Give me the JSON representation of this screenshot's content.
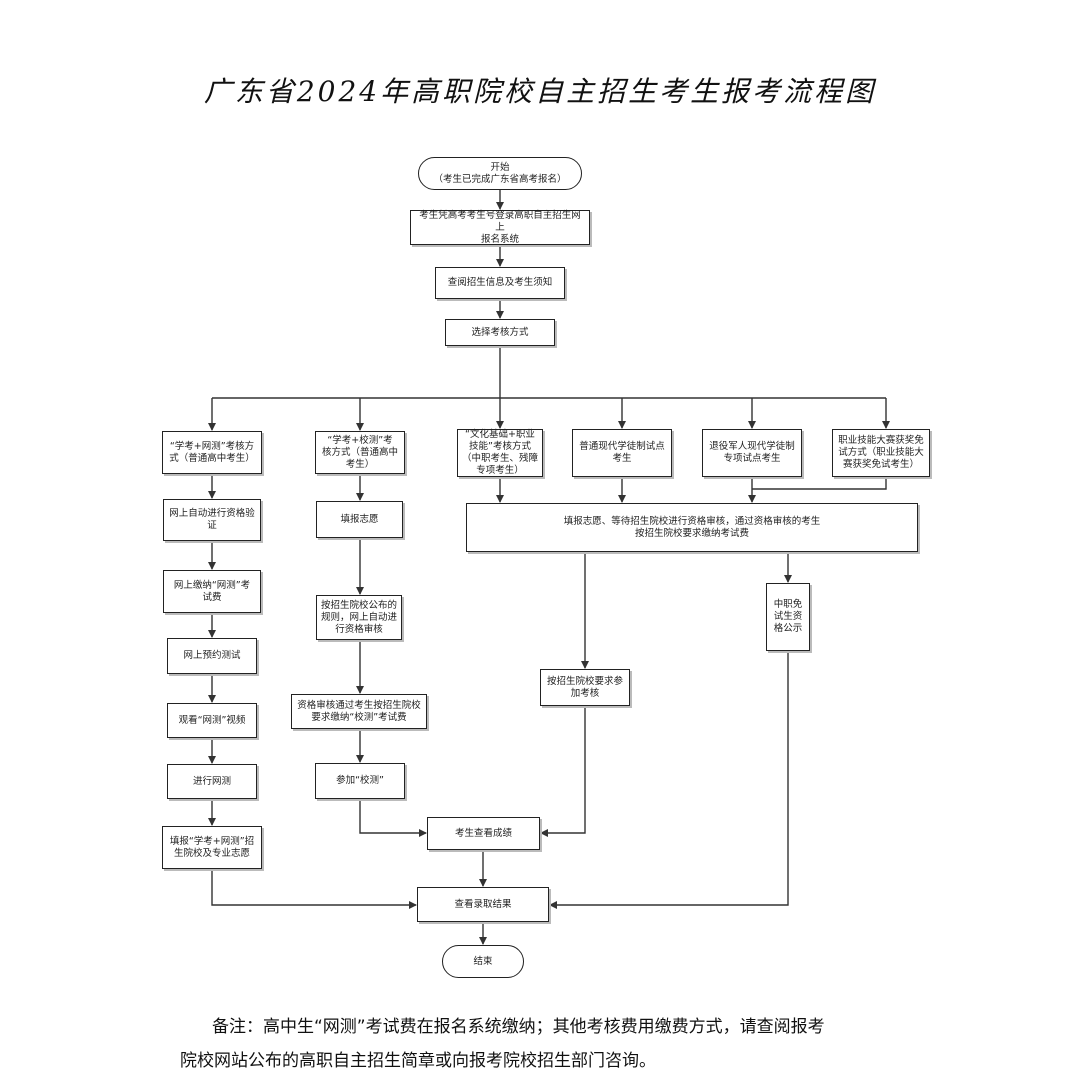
{
  "title": "广东省2024年高职院校自主招生考生报考流程图",
  "nodes": {
    "start": "开始\n（考生已完成广东省高考报名）",
    "login": "考生凭高考考生号登录高职自主招生网上\n报名系统",
    "read_info": "查阅招生信息及考生须知",
    "choose_method": "选择考核方式",
    "b1_method": "“学考+网测”考核方\n式（普通高中考生）",
    "b2_method": "“学考+校测”考\n核方式（普通高中\n考生）",
    "b3_method": "“文化基础+职业\n技能”考核方式\n（中职考生、残障\n专项考生）",
    "b4_method": "普通现代学徒制试点\n考生",
    "b5_method": "退役军人现代学徒制\n专项试点考生",
    "b6_method": "职业技能大赛获奖免\n试方式（职业技能大\n赛获奖免试考生）",
    "b1_verify": "网上自动进行资格验\n证",
    "b1_pay": "网上缴纳“网测”考\n试费",
    "b1_book": "网上预约测试",
    "b1_video": "观看“网测”视频",
    "b1_test": "进行网测",
    "b1_fill": "填报“学考+网测”招\n生院校及专业志愿",
    "b2_fill": "填报志愿",
    "b2_review": "按招生院校公布的\n规则，网上自动进\n行资格审核",
    "b2_pay": "资格审核通过考生按招生院校\n要求缴纳“校测”考试费",
    "b2_test": "参加“校测”",
    "merge_fill": "填报志愿、等待招生院校进行资格审核，通过资格审核的考生\n按招生院校要求缴纳考试费",
    "b3_exam": "按招生院校要求参\n加考核",
    "b6_public": "中职免\n试生资\n格公示",
    "check_score": "考生查看成绩",
    "check_result": "查看录取结果",
    "end": "结束"
  },
  "note": {
    "line1": "备注：高中生“网测”考试费在报名系统缴纳；其他考核费用缴费方式，请查阅报考",
    "line2": "院校网站公布的高职自主招生简章或向报考院校招生部门咨询。"
  }
}
